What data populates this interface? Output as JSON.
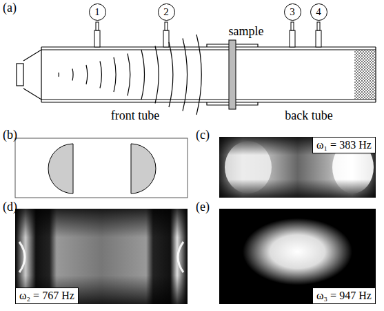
{
  "diagram": {
    "nodes": [
      {
        "text": [
          "1"
        ]
      },
      {
        "text": [
          "2"
        ]
      },
      {
        "text": [
          "3"
        ]
      },
      {
        "text": [
          "4"
        ]
      },
      {
        "text": [
          "ω₁ = 383 Hz"
        ]
      },
      {
        "text": [
          "ω₂ = 767 Hz"
        ]
      },
      {
        "text": [
          "ω₃ = 947 Hz"
        ]
      }
    ],
    "edges": [],
    "labels": [
      "(a)",
      "sample",
      "front tube",
      "back tube",
      "(b)",
      "(c)",
      "(d)",
      "(e)"
    ]
  }
}
